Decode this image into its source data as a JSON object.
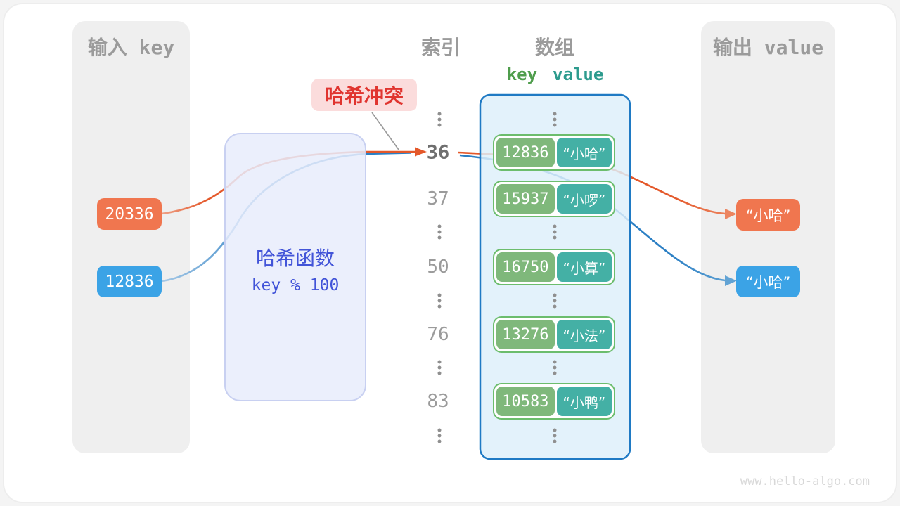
{
  "panels": {
    "input": {
      "title": "输入 key"
    },
    "output": {
      "title": "输出 value"
    }
  },
  "input_keys": [
    {
      "value": "20336",
      "color": "#f0764f"
    },
    {
      "value": "12836",
      "color": "#3ba3e6"
    }
  ],
  "hash_function": {
    "name": "哈希函数",
    "formula": "key % 100"
  },
  "collision": {
    "label": "哈希冲突"
  },
  "index_column": {
    "title": "索引",
    "values": [
      "36",
      "37",
      "50",
      "76",
      "83"
    ],
    "ellipsis_glyph": "⋮"
  },
  "array": {
    "title": "数组",
    "key_header": "key",
    "value_header": "value",
    "rows": [
      {
        "key": "12836",
        "value": "“小哈”"
      },
      {
        "key": "15937",
        "value": "“小啰”"
      },
      {
        "key": "16750",
        "value": "“小算”"
      },
      {
        "key": "13276",
        "value": "“小法”"
      },
      {
        "key": "10583",
        "value": "“小鸭”"
      }
    ]
  },
  "outputs": [
    {
      "value": "“小哈”",
      "color": "#f0764f"
    },
    {
      "value": "“小哈”",
      "color": "#3ba3e6"
    }
  ],
  "watermark": "www.hello-algo.com",
  "colors": {
    "arrow_orange": "#e4582a",
    "arrow_blue": "#2b7fc4",
    "key_green": "#7fb87b",
    "value_teal": "#44b0a5",
    "collision_red": "#e0342f",
    "hash_box_fill": "#e9edfb",
    "hash_box_text": "#4254d8",
    "array_border": "#1f7ac4",
    "panel_gray": "#efefef"
  }
}
